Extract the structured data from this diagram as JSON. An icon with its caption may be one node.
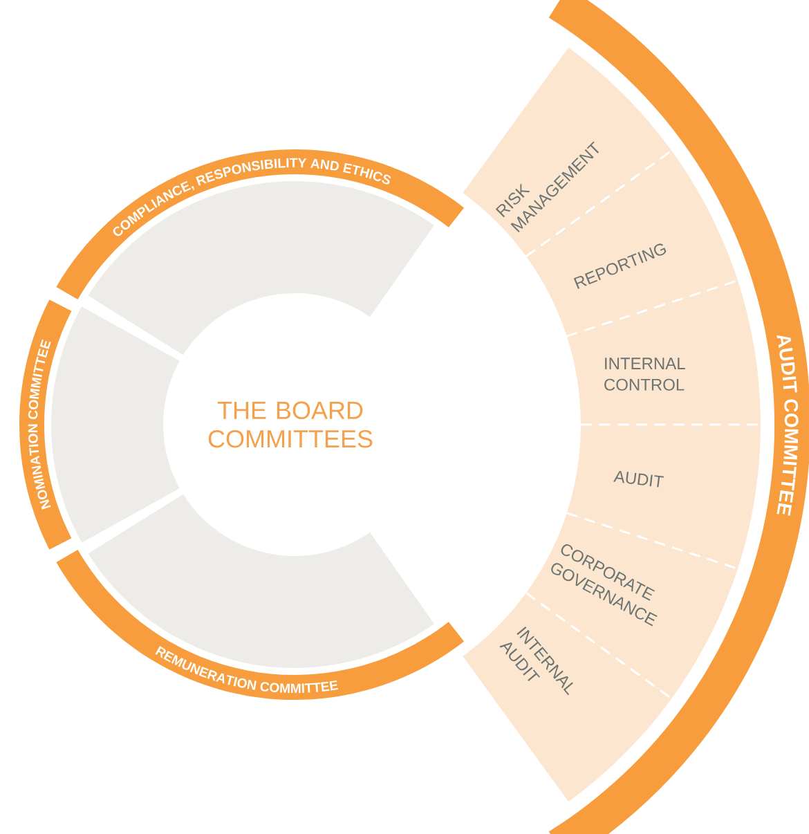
{
  "diagram": {
    "nodes": [
      {
        "text": [
          "COMPLIANCE, RESPONSIBILITY AND ETHICS"
        ]
      },
      {
        "text": [
          "NOMINATION COMMITTEE"
        ]
      },
      {
        "text": [
          "REMUNERATION COMMITTEE"
        ]
      },
      {
        "text": [
          "AUDIT COMMITTEE"
        ]
      },
      {
        "text": [
          "RISK MANAGEMENT"
        ]
      },
      {
        "text": [
          "REPORTING"
        ]
      },
      {
        "text": [
          "INTERNAL CONTROL"
        ]
      },
      {
        "text": [
          "AUDIT"
        ]
      },
      {
        "text": [
          "CORPORATE GOVERNANCE"
        ]
      },
      {
        "text": [
          "INTERNAL AUDIT"
        ]
      }
    ],
    "labels": [
      "THE BOARD COMMITTEES"
    ]
  }
}
